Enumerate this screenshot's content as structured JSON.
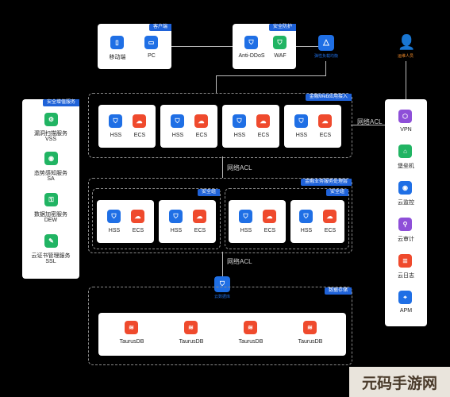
{
  "client": {
    "tag": "客户端",
    "items": [
      "移动端",
      "PC"
    ]
  },
  "protect": {
    "tag": "安全防护",
    "items": [
      "Anti-DDoS",
      "WAF"
    ]
  },
  "elb": {
    "label": "弹性负载均衡"
  },
  "user": {
    "label": "运维人员"
  },
  "value_added": {
    "tag": "安全增值服务",
    "items": [
      {
        "name": "漏洞扫描服务",
        "abbr": "VSS"
      },
      {
        "name": "态势感知服务",
        "abbr": "SA"
      },
      {
        "name": "数据加密服务",
        "abbr": "DEW"
      },
      {
        "name": "云证书管理服务",
        "abbr": "SSL"
      }
    ]
  },
  "web_zone": {
    "tag": "金融Web应用接入",
    "pair": [
      "HSS",
      "ECS"
    ]
  },
  "biz_zone": {
    "tag": "金融业务服务处理层",
    "sub_tag": "安全组",
    "pair": [
      "HSS",
      "ECS"
    ]
  },
  "acl": {
    "a": "网络ACL",
    "b": "网络ACL",
    "c": "网络ACL"
  },
  "storage": {
    "tag": "数据存储",
    "db": [
      "TaurusDB",
      "TaurusDB",
      "TaurusDB",
      "TaurusDB"
    ],
    "gateway": "云数据库"
  },
  "ops": {
    "items": [
      "VPN",
      "堡垒机",
      "云监控",
      "云审计",
      "云日志",
      "APM"
    ]
  },
  "watermark": "元码手游网",
  "colors": {
    "bg": "#000000",
    "blue": "#1f6fe5",
    "red": "#ef4a2d",
    "green": "#21b463",
    "tag": "#1f62d8"
  }
}
